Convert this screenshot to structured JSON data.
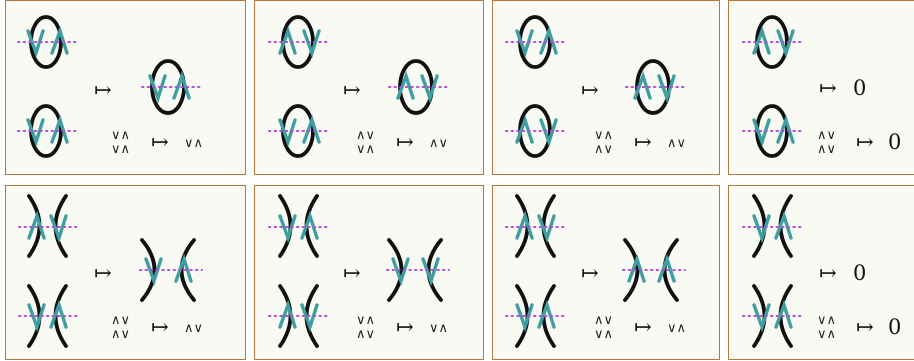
{
  "symbols": {
    "mapsto": "↦",
    "zero": "0"
  },
  "panels": [
    {
      "id": "p1",
      "labels": {
        "top": "∨∧",
        "bottom": "∨∧",
        "result": "∨∧"
      }
    },
    {
      "id": "p2",
      "labels": {
        "top": "∧∨",
        "bottom": "∨∧",
        "result": "∧∨"
      }
    },
    {
      "id": "p3",
      "labels": {
        "top": "∨∧",
        "bottom": "∧∨",
        "result": "∧∨"
      }
    },
    {
      "id": "p4",
      "labels": {
        "top": "∧∨",
        "bottom": "∧∨"
      }
    },
    {
      "id": "p5",
      "labels": {
        "top": "∧∨",
        "bottom": "∧∨",
        "result": "∧∨"
      }
    },
    {
      "id": "p6",
      "labels": {
        "top": "∨∧",
        "bottom": "∧∨",
        "result": "∨∧"
      }
    },
    {
      "id": "p7",
      "labels": {
        "top": "∧∨",
        "bottom": "∨∧",
        "result": "∨∧"
      }
    },
    {
      "id": "p8",
      "labels": {
        "top": "∨∧",
        "bottom": "∨∧"
      }
    }
  ]
}
